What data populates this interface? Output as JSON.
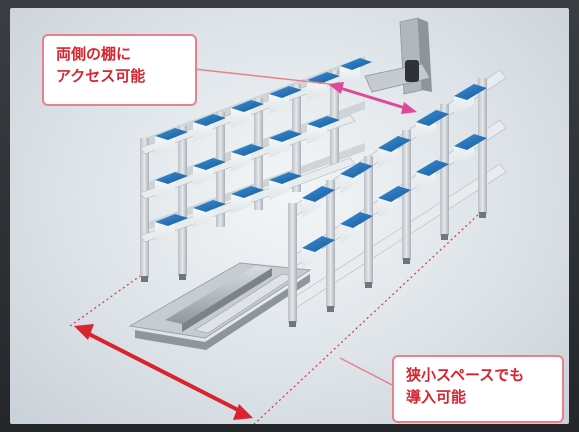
{
  "callouts": {
    "shelf_access": {
      "line1": "両側の棚に",
      "line2": "アクセス可能"
    },
    "small_space": {
      "line1": "狭小スペースでも",
      "line2": "導入可能"
    }
  },
  "colors": {
    "accent_red": "#d9232e",
    "callout_border": "#e8828a",
    "double_arrow_magenta": "#e0489a",
    "tote_blue": "#1f6fb8",
    "frame_gray": "#c3c8cd"
  },
  "icons": {
    "access_arrow": "double-headed-arrow",
    "footprint_arrow": "double-headed-arrow"
  }
}
